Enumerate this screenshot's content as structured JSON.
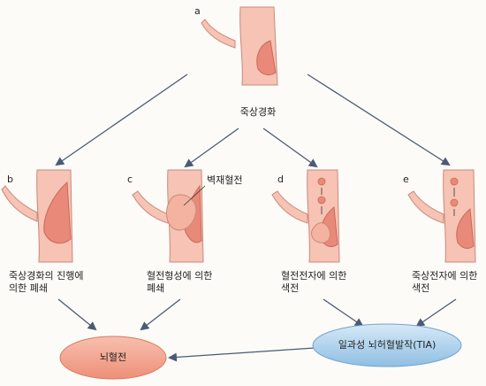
{
  "panels": {
    "a": {
      "letter": "a",
      "caption": "죽상경화"
    },
    "b": {
      "letter": "b",
      "caption_line1": "죽상경화의 진행에",
      "caption_line2": "의한 폐쇄"
    },
    "c": {
      "letter": "c",
      "caption_line1": "혈전형성에 의한",
      "caption_line2": "폐쇄",
      "callout": "벽재혈전"
    },
    "d": {
      "letter": "d",
      "caption_line1": "혈전전자에 의한",
      "caption_line2": "색전"
    },
    "e": {
      "letter": "e",
      "caption_line1": "죽상전자에 의한",
      "caption_line2": "색전"
    }
  },
  "outcomes": {
    "infarction": {
      "label": "뇌혈전",
      "color": "#f2a08a"
    },
    "tia": {
      "label": "일과성 뇌허혈발작(TIA)",
      "color": "#a9cdea"
    }
  },
  "colors": {
    "vessel_wall": "#f6c3b4",
    "vessel_outline": "#c98a7a",
    "plaque": "#e9897a",
    "thrombus": "#f3b3a0",
    "arrow": "#4b5a75"
  }
}
